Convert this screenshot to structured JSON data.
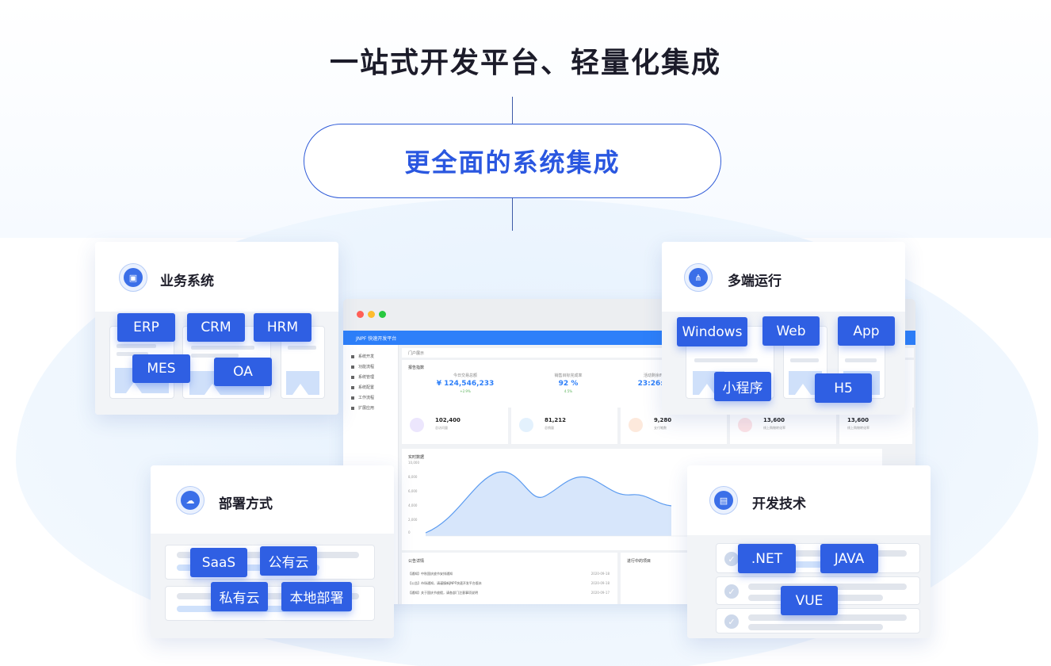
{
  "headline": "一站式开发平台、轻量化集成",
  "pill_title": "更全面的系统集成",
  "cards": {
    "business": {
      "title": "业务系统",
      "tags": [
        "ERP",
        "CRM",
        "HRM",
        "MES",
        "OA"
      ]
    },
    "multi": {
      "title": "多端运行",
      "tags": [
        "Windows",
        "Web",
        "App",
        "小程序",
        "H5"
      ]
    },
    "deploy": {
      "title": "部署方式",
      "tags": [
        "SaaS",
        "公有云",
        "私有云",
        "本地部署"
      ]
    },
    "tech": {
      "title": "开发技术",
      "tags": [
        ".NET",
        "JAVA",
        "VUE"
      ]
    }
  },
  "dashboard": {
    "brand": "JNPF 快速开发平台",
    "tab": "门户展示",
    "sidebar": [
      "系统开发",
      "功能流程",
      "系统管理",
      "系统配置",
      "工作流程",
      "扩展应用"
    ],
    "metrics_title": "报告指数",
    "metrics": [
      {
        "label": "今日交易总额",
        "value": "¥ 124,546,233",
        "sub": "+2.9%"
      },
      {
        "label": "销售目标完成率",
        "value": "92 %",
        "sub": "4.5%"
      },
      {
        "label": "活动剩余时间",
        "value": "23:26:59",
        "sub": ""
      }
    ],
    "stats": [
      {
        "value": "102,400",
        "label": "总访问量",
        "color": "#7b5cf0"
      },
      {
        "value": "81,212",
        "label": "总销量",
        "color": "#3aa1f4"
      },
      {
        "value": "9,280",
        "label": "支付笔数",
        "color": "#f4833a"
      },
      {
        "value": "13,600",
        "label": "线上购物转化率",
        "color": "#f04a5a"
      },
      {
        "value": "13,600",
        "label": "线上购物转化率",
        "color": "#999999"
      }
    ],
    "chart_title": "实时数据",
    "y_ticks": [
      "10,000",
      "8,000",
      "6,000",
      "4,000",
      "2,000",
      "0"
    ],
    "notice_title": "公告详情",
    "notices": [
      {
        "text": "【通知】中秋国庆放节安排通知",
        "date": "2020-09-18"
      },
      {
        "text": "【公告】市场通知，请谨慎新JNPF快速开发平台版本",
        "date": "2020-09-18"
      },
      {
        "text": "【通知】关于国庆节放假，请各部门注意事项说明",
        "date": "2020-09-17"
      }
    ],
    "progress_title": "进行中的项目"
  }
}
